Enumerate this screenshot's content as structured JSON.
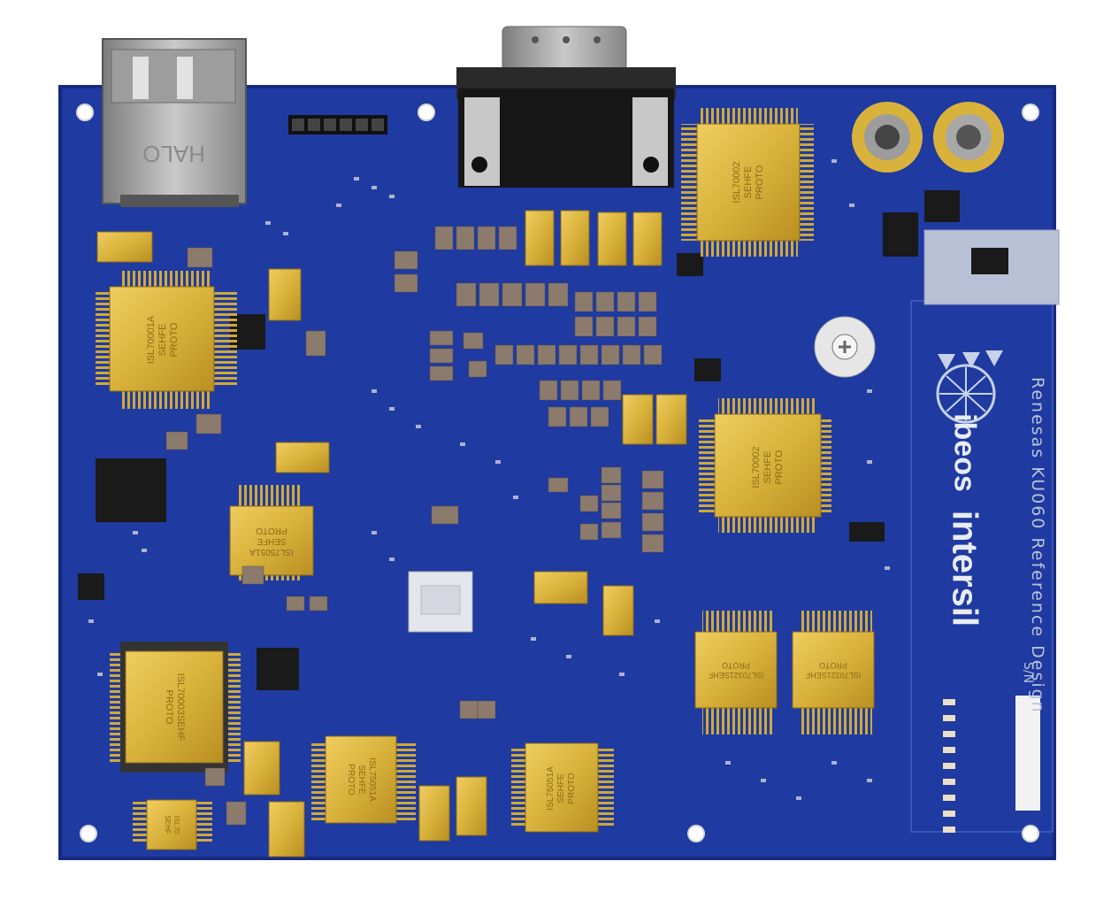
{
  "board": {
    "title": "Renesas KU060 Reference Design",
    "serial_label": "S/N",
    "logo_brand": "intersil",
    "logo_secondary": "ibeos",
    "pcb_color": "#1f3aa0",
    "gold_color": "#d9b23c"
  },
  "chips": {
    "isl70002_top": [
      "ISL70002",
      "SEHFE",
      "PROTO"
    ],
    "isl70002_mid": [
      "ISL70002",
      "SEHFE",
      "PROTO"
    ],
    "isl70001_left": [
      "ISL70001A",
      "SEHFE",
      "PROTO"
    ],
    "isl75051_mid": [
      "ISL75051A",
      "SEHFE",
      "PROTO"
    ],
    "isl70003_bottom": [
      "ISL70003SEHF",
      "PROTO"
    ],
    "isl75051_bottom_a": [
      "ISL75051A",
      "SEHFE",
      "PROTO"
    ],
    "isl75051_bottom_b": [
      "ISL75051A",
      "SEHFE",
      "PROTO"
    ],
    "isl70321_a": [
      "ISL70321SEHF",
      "PROTO"
    ],
    "isl70321_b": [
      "ISL70321SEHF",
      "PROTO"
    ],
    "small_bottom": [
      "ISL70",
      "SEHF"
    ]
  }
}
